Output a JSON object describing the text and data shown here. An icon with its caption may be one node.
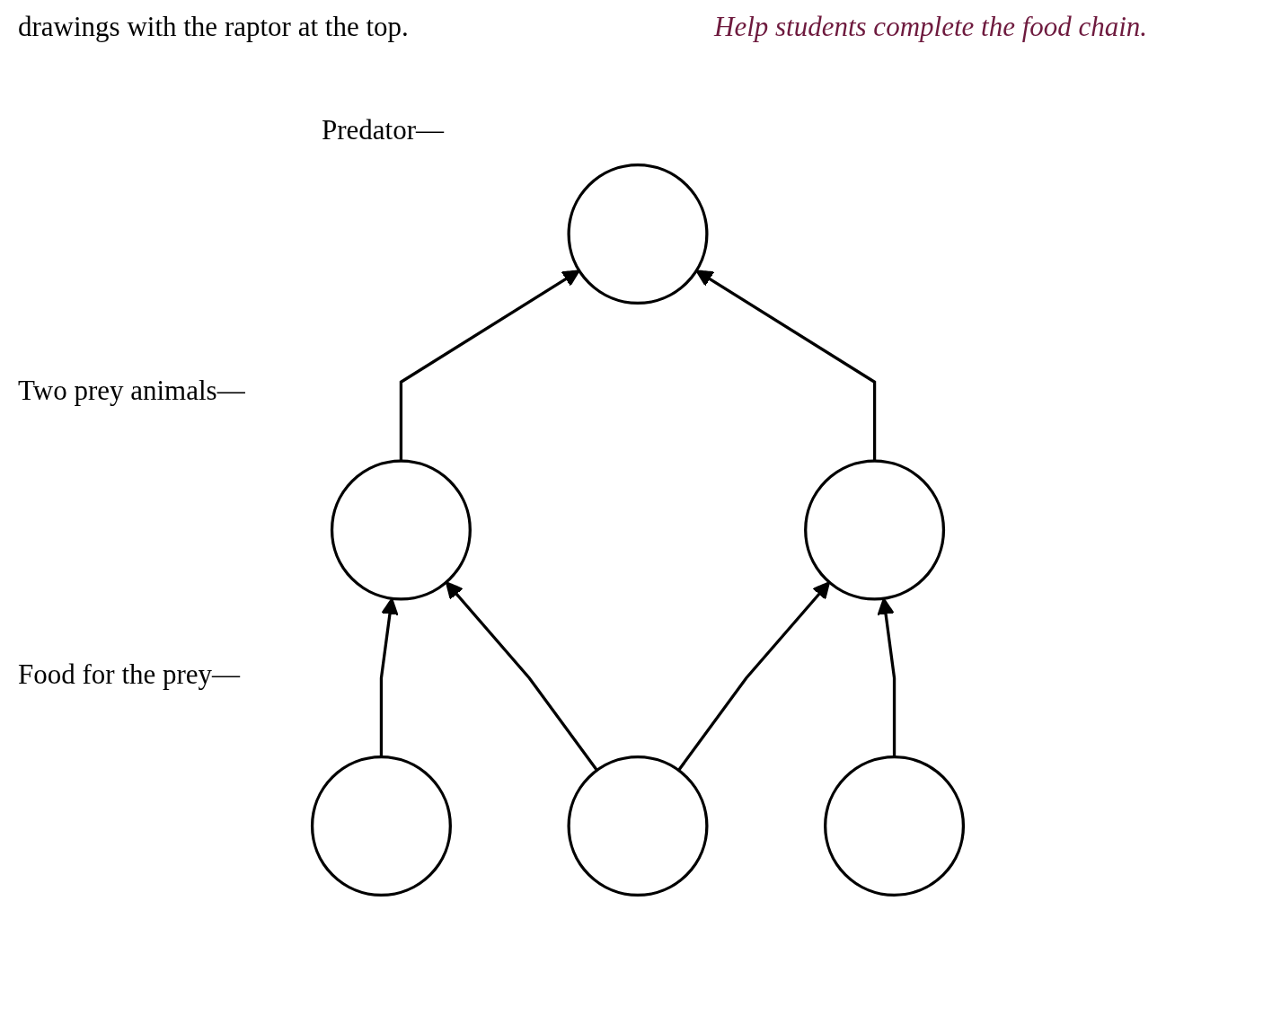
{
  "diagram": {
    "nodes": [
      {
        "text": [],
        "shape": "oval"
      },
      {
        "text": [],
        "shape": "oval"
      },
      {
        "text": [],
        "shape": "oval"
      },
      {
        "text": [],
        "shape": "oval"
      },
      {
        "text": [],
        "shape": "oval"
      },
      {
        "text": [],
        "shape": "oval"
      }
    ],
    "edges": [
      {
        "from": 1,
        "to": 0,
        "arrow": "to"
      },
      {
        "from": 2,
        "to": 0,
        "arrow": "to"
      },
      {
        "from": 3,
        "to": 1,
        "arrow": "to"
      },
      {
        "from": 4,
        "to": 1,
        "arrow": "to"
      },
      {
        "from": 4,
        "to": 2,
        "arrow": "to"
      },
      {
        "from": 5,
        "to": 2,
        "arrow": "to"
      }
    ],
    "labels": [
      "drawings with the raptor at the top.",
      "Help students complete the food chain.",
      "Predator—",
      "Two prey animals—",
      "Food for the prey—"
    ]
  }
}
